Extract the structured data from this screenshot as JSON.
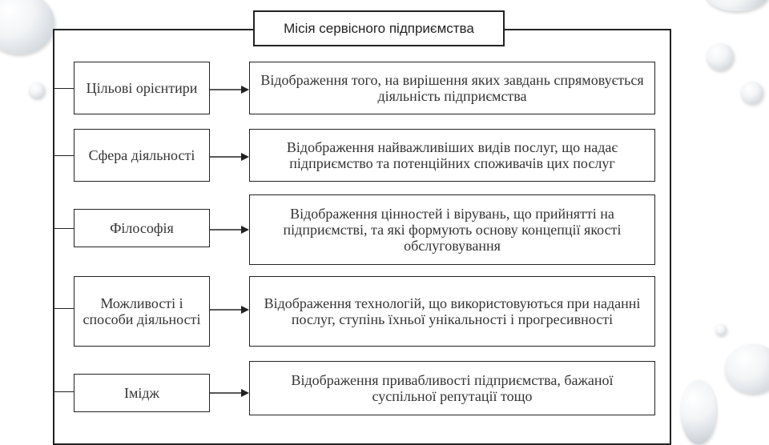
{
  "diagram": {
    "title": "Місія сервісного підприємства",
    "rows": [
      {
        "label": "Цільові орієнтири",
        "description": "Відображення того, на вирішення яких завдань спрямовується діяльність підприємства"
      },
      {
        "label": "Сфера діяльності",
        "description": "Відображення найважливіших видів послуг, що надає підприємство та потенційних споживачів цих послуг"
      },
      {
        "label": "Філософія",
        "description": "Відображення цінностей і вірувань, що прийнятті на підприємстві, та які формують основу концепції якості обслуговування"
      },
      {
        "label": "Можливості і способи діяльності",
        "description": "Відображення технологій, що використовуються при наданні послуг, ступінь їхньої унікальності і прогресивності"
      },
      {
        "label": "Імідж",
        "description": "Відображення привабливості підприємства, бажаної суспільної репутації тощо"
      }
    ]
  }
}
